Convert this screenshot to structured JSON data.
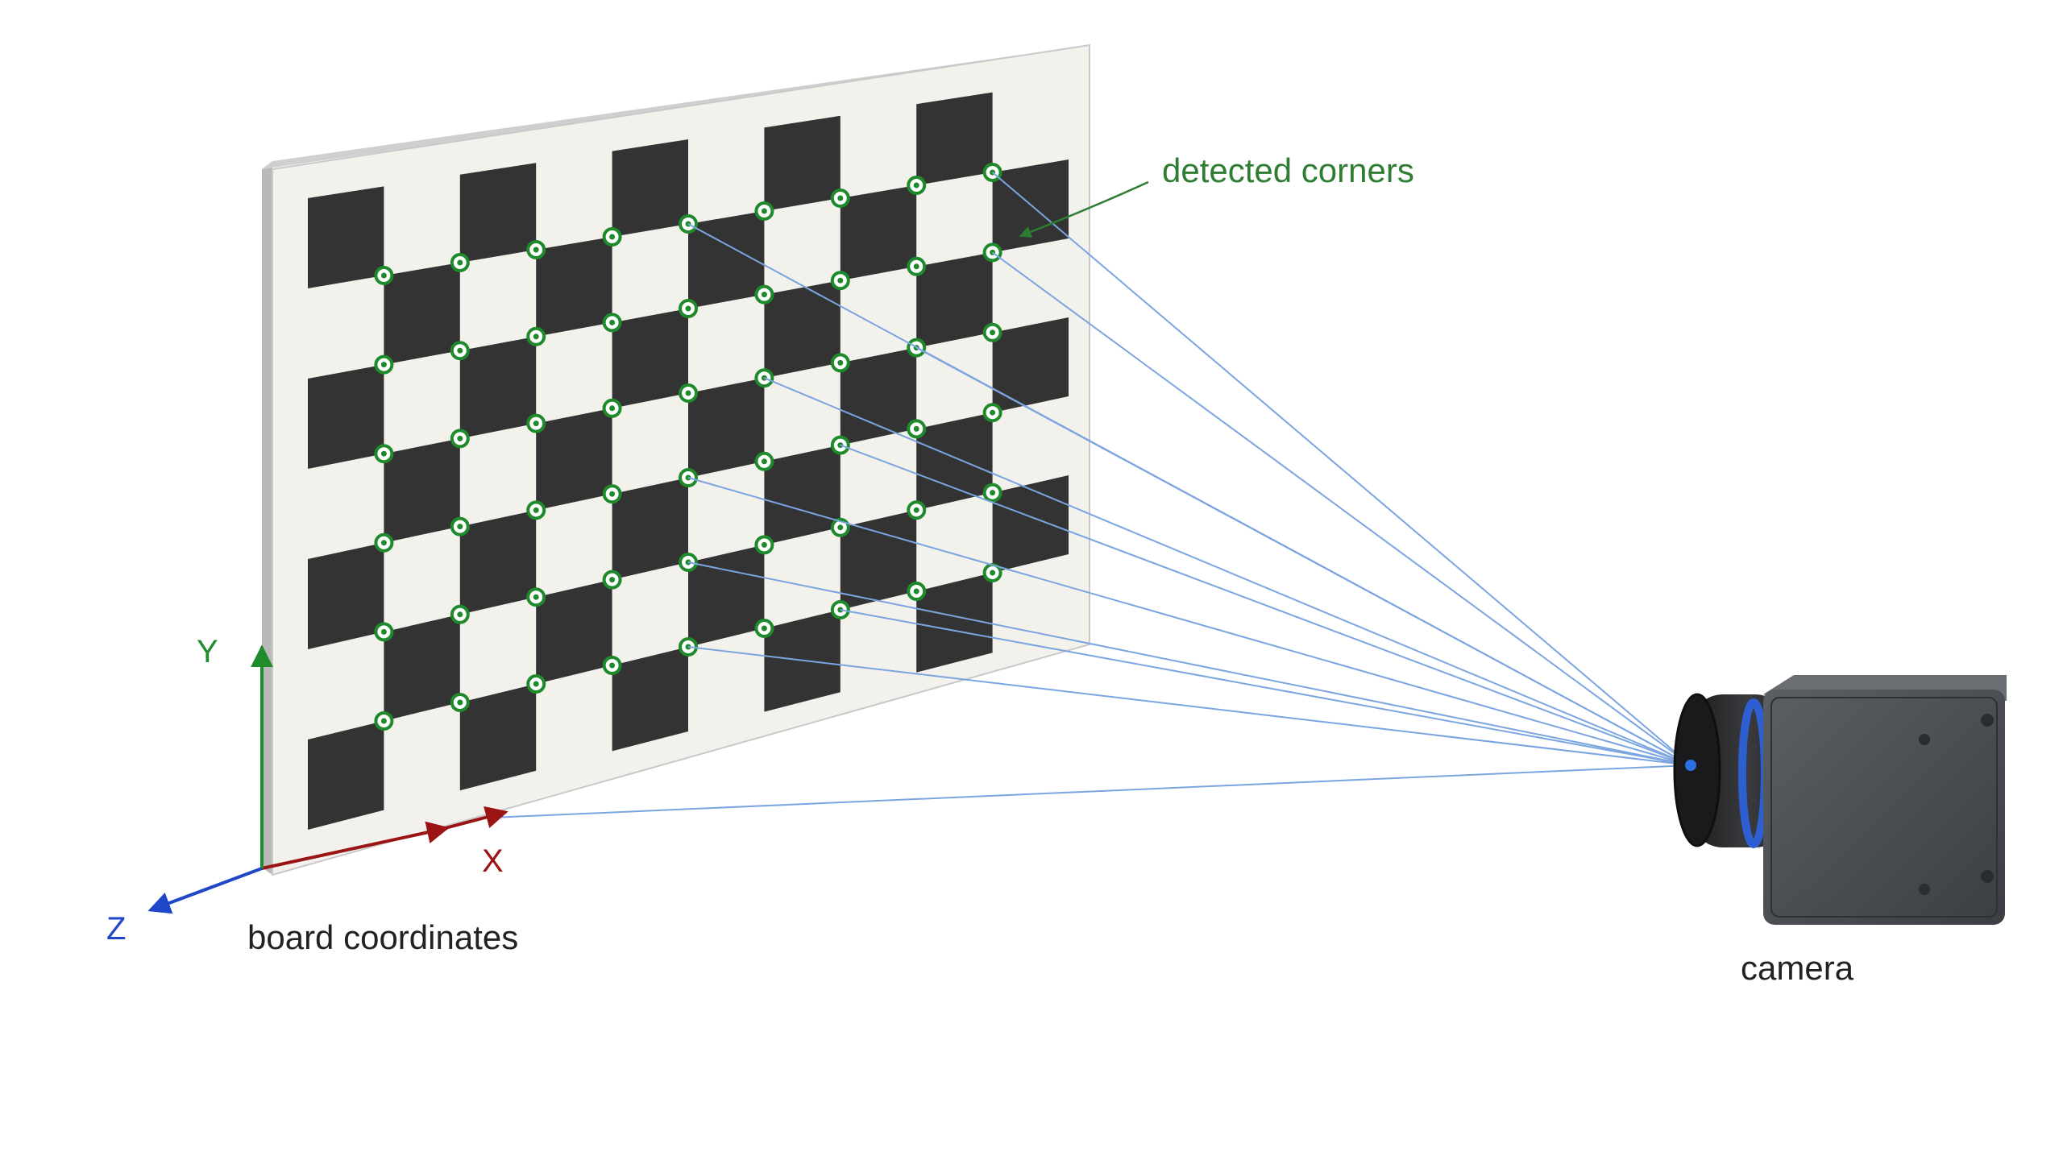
{
  "labels": {
    "detected_corners": "detected corners",
    "board_coordinates": "board coordinates",
    "camera": "camera",
    "axis_x": "X",
    "axis_y": "Y",
    "axis_z": "Z"
  },
  "colors": {
    "background": "#ffffff",
    "board_face": "#f3f1ec",
    "board_edge": "#b9b9b9",
    "dark_square": "#333333",
    "corner_marker": "#1f8a2c",
    "annotation_green": "#2e7d32",
    "ray_blue": "#7aa5e0",
    "axis_x": "#9b1414",
    "axis_y": "#1e8c2a",
    "axis_z": "#1f47c8",
    "camera_body": "#4a4d51",
    "camera_ring": "#2d5fd0"
  },
  "icons": [
    "checkerboard",
    "corner-marker",
    "camera-icon",
    "axis-arrow"
  ],
  "board": {
    "columns": 10,
    "rows": 7,
    "first_square_dark": true
  }
}
